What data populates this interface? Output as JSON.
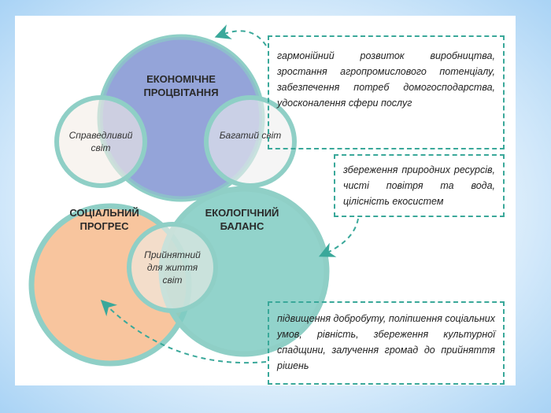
{
  "circles": {
    "economic": {
      "label": "ЕКОНОМІЧНЕ ПРОЦВІТАННЯ",
      "color": "#8d9fd6"
    },
    "social": {
      "label": "СОЦІАЛЬНИЙ ПРОГРЕС",
      "color": "#f7bf94"
    },
    "ecological": {
      "label": "ЕКОЛОГІЧНИЙ БАЛАНС",
      "color": "#7fcbc2"
    },
    "ring": "#8fcfc6"
  },
  "intersections": {
    "just": "Справедливий світ",
    "rich": "Багатий світ",
    "livable": "Прийнятний для життя світ"
  },
  "boxes": {
    "economic": "гармонійний розвиток виробництва, зростання агропромислового потенціалу, забезпечення потреб домогосподарства, удосконалення сфери послуг",
    "ecological": "збереження природних ресурсів, чисті повітря та вода, цілісність екосистем",
    "social": "підвищення добробуту, поліпшення соціальних умов, рівність, збереження культурної спадщини, залучення громад до прийняття рішень"
  },
  "accent": "#3aa89a"
}
